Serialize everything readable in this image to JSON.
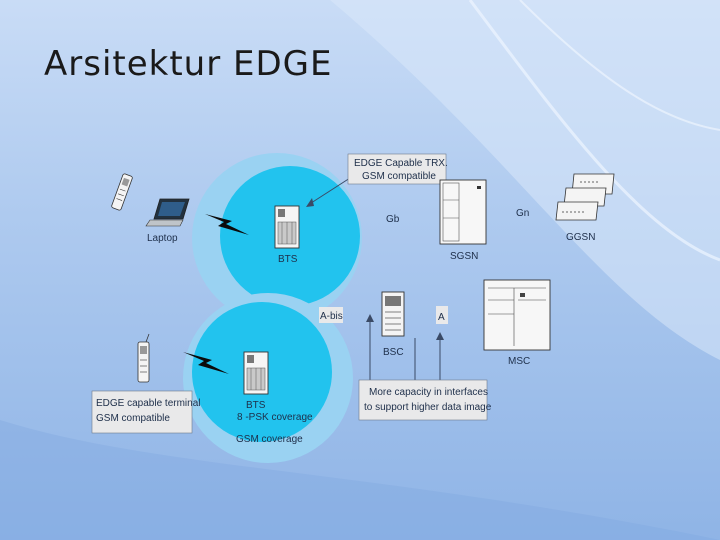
{
  "slide": {
    "title": "Arsitektur EDGE"
  },
  "diagram": {
    "edge_trx_line1": "EDGE Capable TRX.",
    "edge_trx_line2": "GSM compatible",
    "laptop": "Laptop",
    "bts_top": "BTS",
    "gb": "Gb",
    "sgsn": "SGSN",
    "gn": "Gn",
    "ggsn": "GGSN",
    "abis": "A-bis",
    "a": "A",
    "bsc": "BSC",
    "msc": "MSC",
    "terminal_line1": "EDGE capable terminal",
    "terminal_line2": "GSM compatible",
    "bts_bottom": "BTS",
    "psk_coverage": "8 -PSK coverage",
    "gsm_coverage": "GSM coverage",
    "capacity_line1": "More capacity in interfaces",
    "capacity_line2": "to support higher data image"
  },
  "colors": {
    "cell_outer": "#9ad2f2",
    "cell_inner": "#22c3ee",
    "box_fill": "#e9e9ea"
  }
}
